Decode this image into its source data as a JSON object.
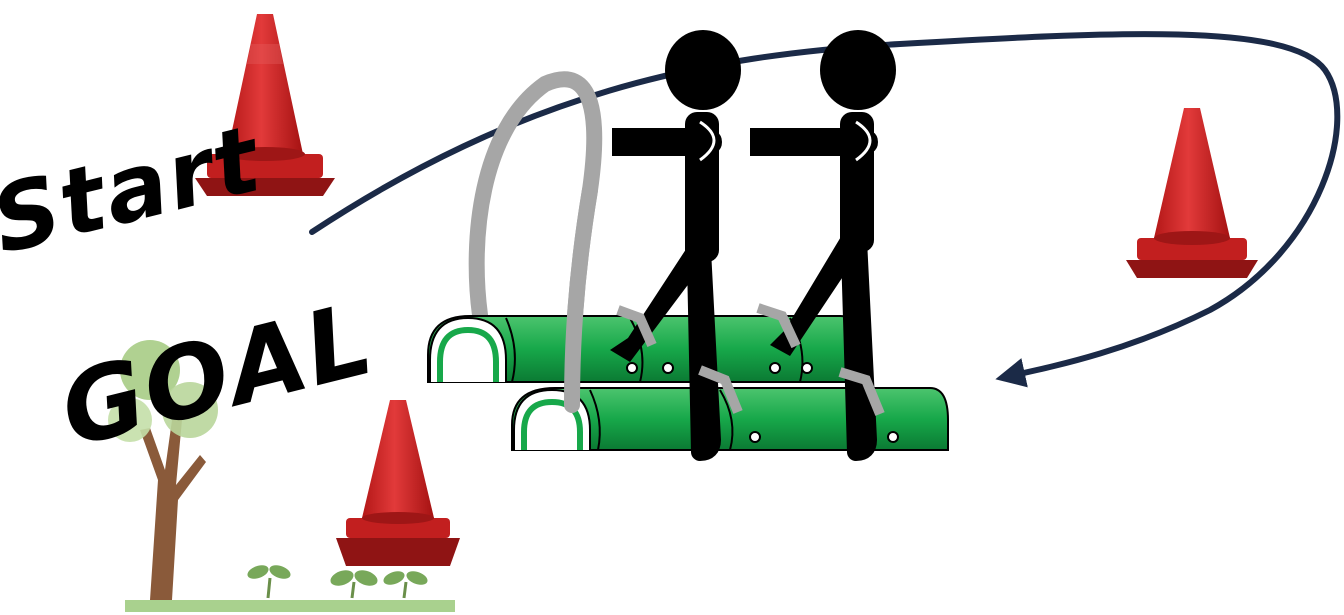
{
  "labels": {
    "start": "Start",
    "goal": "GOAL"
  },
  "colors": {
    "cone_red": "#d92b2b",
    "cone_dark_red": "#8f1414",
    "path_arrow": "#1b2a47",
    "tube_green": "#17a84a",
    "tube_dark_green": "#0b6e2e",
    "rail_gray": "#a6a6a6",
    "figure": "#000000",
    "tree_trunk": "#8a5a3a",
    "foliage": "#9bc77a",
    "grass": "#a9d18e"
  },
  "icons": [
    "traffic-cone-icon",
    "stick-figure-icon",
    "green-tube-tunnel",
    "tree-icon",
    "sprout-icon",
    "curved-path-arrow"
  ]
}
